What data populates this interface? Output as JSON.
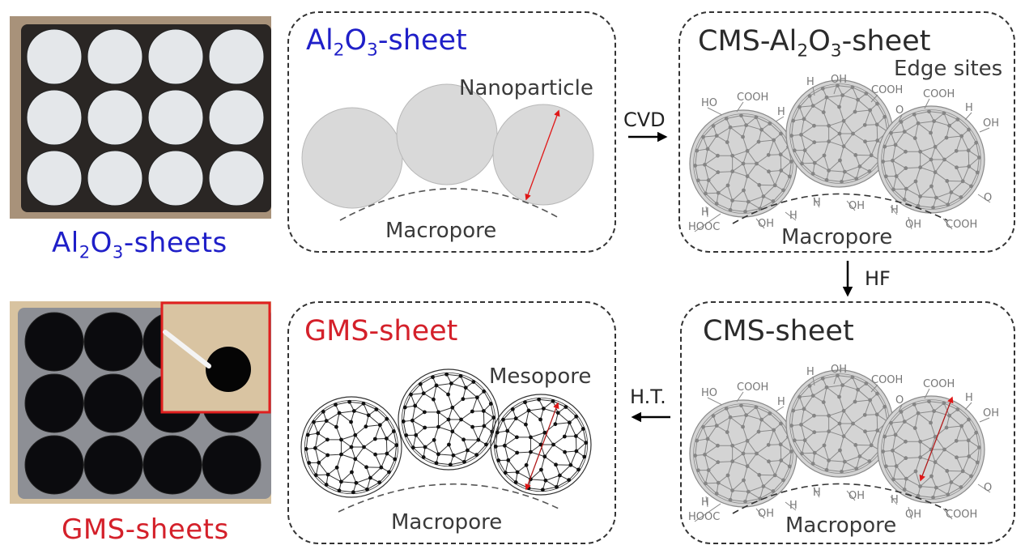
{
  "colors": {
    "blue": "#1f1fc8",
    "red": "#d4202a",
    "dark": "#2b2b2b",
    "gray_sphere": "#d9d9d9",
    "cms_node": "#858585",
    "gms_node": "#111111",
    "arrow_red": "#e01818"
  },
  "photos": {
    "alumina": {
      "caption_main": "Al",
      "caption_sub1": "2",
      "caption_mid": "O",
      "caption_sub2": "3",
      "caption_tail": "-sheets",
      "disc_rows": 3,
      "disc_cols": 4,
      "disc_color": "white"
    },
    "gms": {
      "caption": "GMS-sheets",
      "disc_rows": 3,
      "disc_cols": 4,
      "disc_color": "black",
      "inset": "single black disc held by tweezers"
    }
  },
  "panels": {
    "alumina_sheet": {
      "title_main": "Al",
      "title_sub1": "2",
      "title_mid": "O",
      "title_sub2": "3",
      "title_tail": "-sheet",
      "label_particle": "Nanoparticle",
      "label_pore": "Macropore"
    },
    "cms_alumina_sheet": {
      "title_pre": "CMS-Al",
      "title_sub1": "2",
      "title_mid": "O",
      "title_sub2": "3",
      "title_tail": "-sheet",
      "label_edge": "Edge sites",
      "label_pore": "Macropore",
      "groups": [
        "HO",
        "COOH",
        "H",
        "H",
        "OH",
        "COOH",
        "COOH",
        "O",
        "H",
        "OH",
        "H",
        "HOOC",
        "OH",
        "H",
        "H",
        "OH",
        "H",
        "OH",
        "O",
        "COOH"
      ]
    },
    "cms_sheet": {
      "title": "CMS-sheet",
      "label_pore": "Macropore",
      "groups": [
        "HO",
        "COOH",
        "H",
        "H",
        "OH",
        "COOH",
        "COOH",
        "O",
        "H",
        "OH",
        "H",
        "HOOC",
        "OH",
        "H",
        "H",
        "OH",
        "H",
        "OH",
        "O",
        "COOH"
      ]
    },
    "gms_sheet": {
      "title": "GMS-sheet",
      "label_meso": "Mesopore",
      "label_pore": "Macropore"
    }
  },
  "steps": {
    "cvd": "CVD",
    "hf": "HF",
    "ht": "H.T."
  }
}
